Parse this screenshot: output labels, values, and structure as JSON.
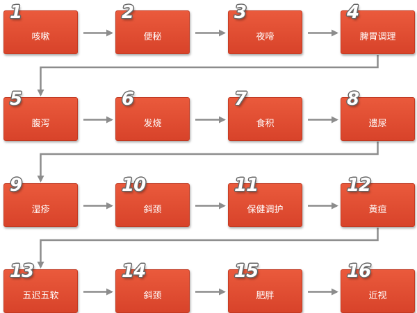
{
  "nodes": [
    {
      "num": "1",
      "label": "咳嗽"
    },
    {
      "num": "2",
      "label": "便秘"
    },
    {
      "num": "3",
      "label": "夜啼"
    },
    {
      "num": "4",
      "label": "脾胃调理"
    },
    {
      "num": "5",
      "label": "腹泻"
    },
    {
      "num": "6",
      "label": "发烧"
    },
    {
      "num": "7",
      "label": "食积"
    },
    {
      "num": "8",
      "label": "遗尿"
    },
    {
      "num": "9",
      "label": "湿疹"
    },
    {
      "num": "10",
      "label": "斜颈"
    },
    {
      "num": "11",
      "label": "保健调护"
    },
    {
      "num": "12",
      "label": "黄疸"
    },
    {
      "num": "13",
      "label": "五迟五软"
    },
    {
      "num": "14",
      "label": "斜颈"
    },
    {
      "num": "15",
      "label": "肥胖"
    },
    {
      "num": "16",
      "label": "近视"
    }
  ],
  "colors": {
    "box": "#de4b30",
    "arrow": "#8c8c8c",
    "text": "#ffffff"
  }
}
